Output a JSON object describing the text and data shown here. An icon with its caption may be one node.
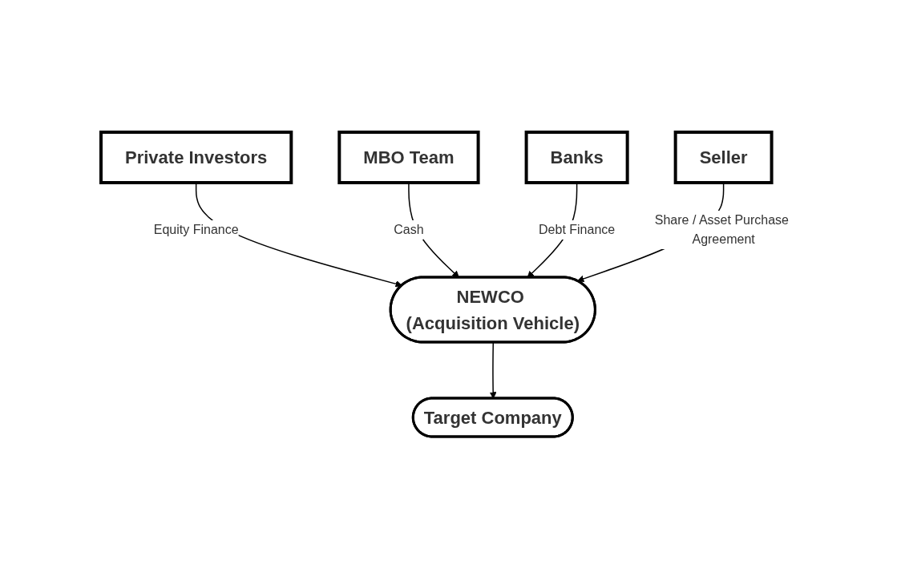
{
  "diagram": {
    "nodes": [
      {
        "text": [
          "Private Investors"
        ]
      },
      {
        "text": [
          "MBO Team"
        ]
      },
      {
        "text": [
          "Banks"
        ]
      },
      {
        "text": [
          "NEWCO (Acquisition Vehicle)"
        ]
      },
      {
        "text": [
          "Seller"
        ]
      },
      {
        "text": [
          "Target Company"
        ]
      }
    ],
    "edges": [
      {
        "from": 0,
        "to": 3,
        "arrow": "to",
        "label": "Equity Finance"
      },
      {
        "from": 1,
        "to": 3,
        "arrow": "to",
        "label": "Cash"
      },
      {
        "from": 2,
        "to": 3,
        "arrow": "to",
        "label": "Debt Finance"
      },
      {
        "from": 4,
        "to": 3,
        "arrow": "to",
        "label": "Share / Asset Purchase Agreement"
      },
      {
        "from": 3,
        "to": 5,
        "arrow": "to"
      }
    ]
  }
}
